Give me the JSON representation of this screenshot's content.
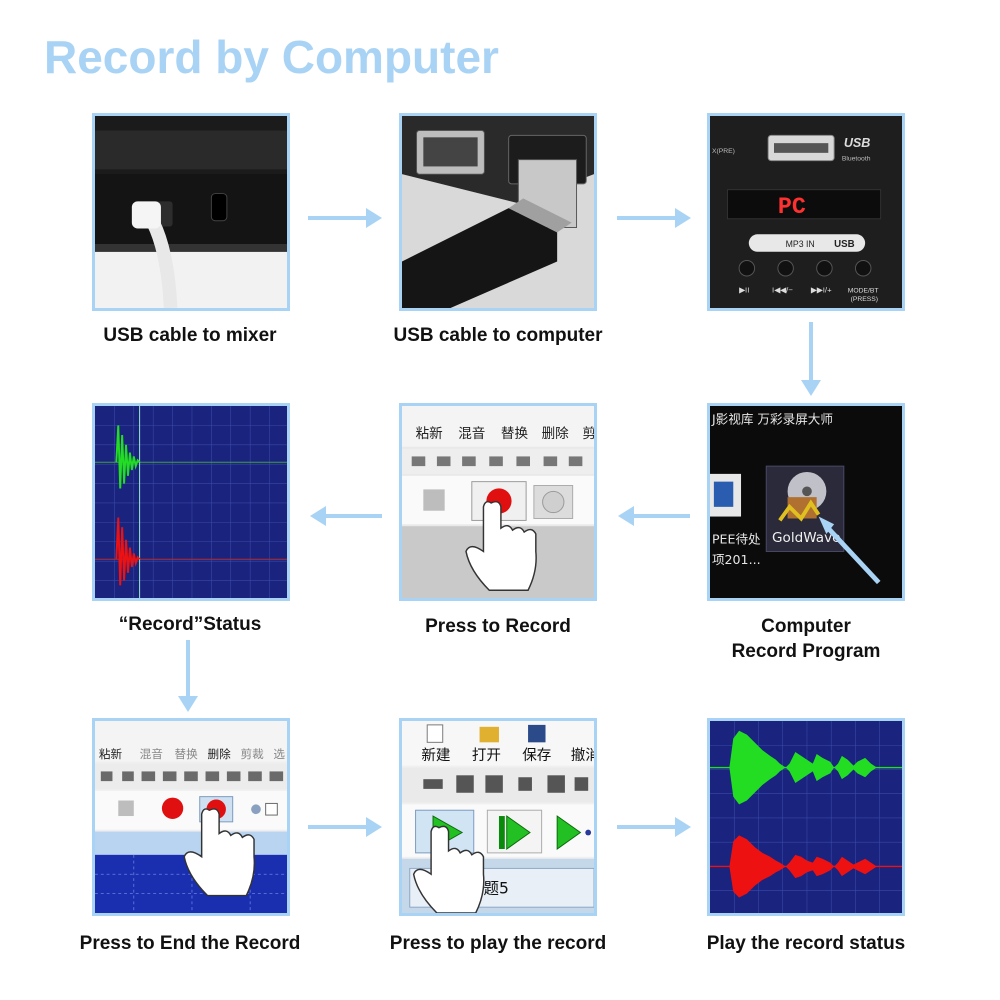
{
  "title": "Record by Computer",
  "steps": [
    {
      "id": "usb-cable-to-mixer",
      "caption": "USB cable to mixer"
    },
    {
      "id": "usb-cable-to-computer",
      "caption": "USB cable to computer"
    },
    {
      "id": "mixer-panel",
      "caption": ""
    },
    {
      "id": "record-status",
      "caption": "“Record”Status"
    },
    {
      "id": "press-to-record",
      "caption": "Press to Record"
    },
    {
      "id": "computer-record-program",
      "caption_line1": "Computer",
      "caption_line2": "Record Program"
    },
    {
      "id": "press-to-end-record",
      "caption": "Press to End the Record"
    },
    {
      "id": "press-to-play",
      "caption": "Press to play the record"
    },
    {
      "id": "play-record-status",
      "caption": "Play the record status"
    }
  ],
  "mixer_panel": {
    "usb_label": "USB",
    "bluetooth_label": "Bluetooth",
    "pre_label": "X(PRE)",
    "display_text": "PC",
    "source_label": "MP3 IN",
    "source_usb": "USB",
    "buttons": [
      "▶II",
      "I◀◀/−",
      "▶▶I/+",
      "MODE/BT"
    ],
    "press_label": "(PRESS)"
  },
  "desktop": {
    "top_text": "J影视库  万彩录屏大师",
    "app_name": "GoldWave",
    "file_line1": "PEE待处",
    "file_line2": "项201..."
  },
  "toolbar_cn": {
    "paste_new": "粘新",
    "mix": "混音",
    "replace": "替换",
    "delete": "删除",
    "cut": "剪",
    "cut_full": "剪裁",
    "select": "选",
    "new": "新建",
    "open": "打开",
    "save": "保存",
    "undo": "撤消",
    "tab_title": "题5"
  },
  "colors": {
    "accent": "#a9d3f5",
    "wave_bg": "#1a237e",
    "wave_green": "#22dd22",
    "wave_red": "#ee1111",
    "record_red": "#e01010"
  }
}
